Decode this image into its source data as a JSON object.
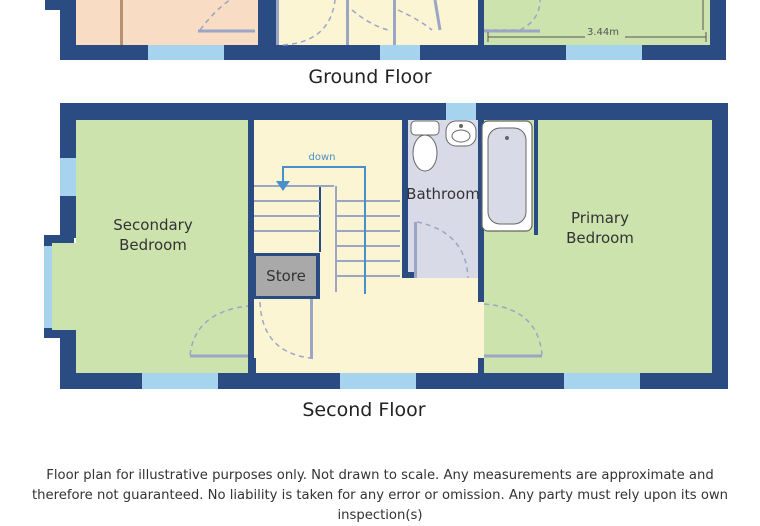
{
  "ground_floor": {
    "title": "Ground Floor",
    "dimension": "3.44m"
  },
  "second_floor": {
    "title": "Second Floor",
    "rooms": {
      "secondary_bedroom": [
        "Secondary",
        "Bedroom"
      ],
      "primary_bedroom": [
        "Primary",
        "Bedroom"
      ],
      "bathroom": "Bathroom",
      "store": "Store"
    },
    "stairs_label": "down"
  },
  "disclaimer": "Floor plan for illustrative purposes only. Not drawn to scale. Any measurements are approximate and therefore not guaranteed. No liability is taken for any error or omission. Any party must rely upon its own inspection(s)",
  "colors": {
    "wall": "#2a4c82",
    "window": "#a6d3ee",
    "bedroom": "#cde3ae",
    "hall": "#fbf5d4",
    "bathroom": "#d9dae7",
    "store": "#a9a9a9",
    "living": "#f8dcc3",
    "door_swing": "#9aa6c4"
  }
}
